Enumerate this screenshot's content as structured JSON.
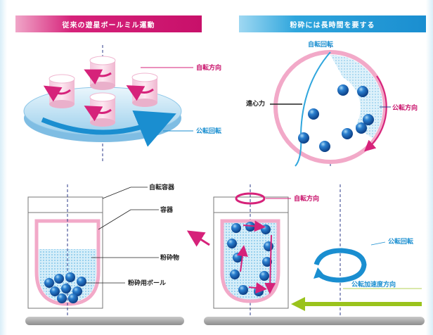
{
  "banners": {
    "left": "従来の遊星ボールミル運動",
    "right": "粉砕には長時間を要する"
  },
  "top_left": {
    "rotation_direction": "自転方向",
    "revolution": "公転回転"
  },
  "top_right": {
    "rotation": "自転回転",
    "centrifugal": "遠心力",
    "revolution_direction": "公転方向"
  },
  "bottom_left": {
    "rotating_container": "自転容器",
    "container": "容器",
    "ground_material": "粉砕物",
    "grinding_balls": "粉砕用ボール"
  },
  "bottom_right": {
    "rotation_direction": "自転方向",
    "revolution": "公転回転",
    "revolution_acceleration": "公転加速度方向"
  },
  "colors": {
    "pink": "#d6227a",
    "blue": "#1a8ed0",
    "green": "#9ac31c"
  }
}
